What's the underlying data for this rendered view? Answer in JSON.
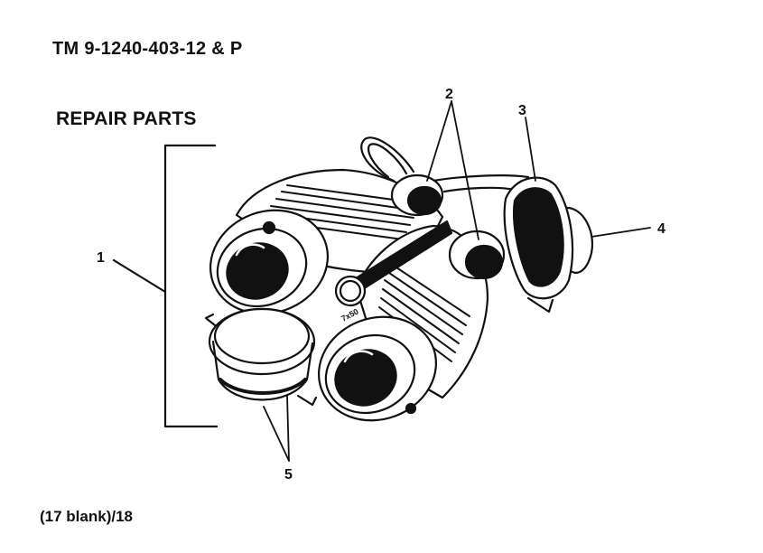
{
  "header": {
    "doc_number": "TM 9-1240-403-12 & P"
  },
  "section": {
    "title": "REPAIR PARTS"
  },
  "figure": {
    "callouts": [
      "1",
      "2",
      "3",
      "4",
      "5"
    ],
    "engraving": {
      "power": "7x50"
    }
  },
  "footer": {
    "page": "(17 blank)/18"
  }
}
